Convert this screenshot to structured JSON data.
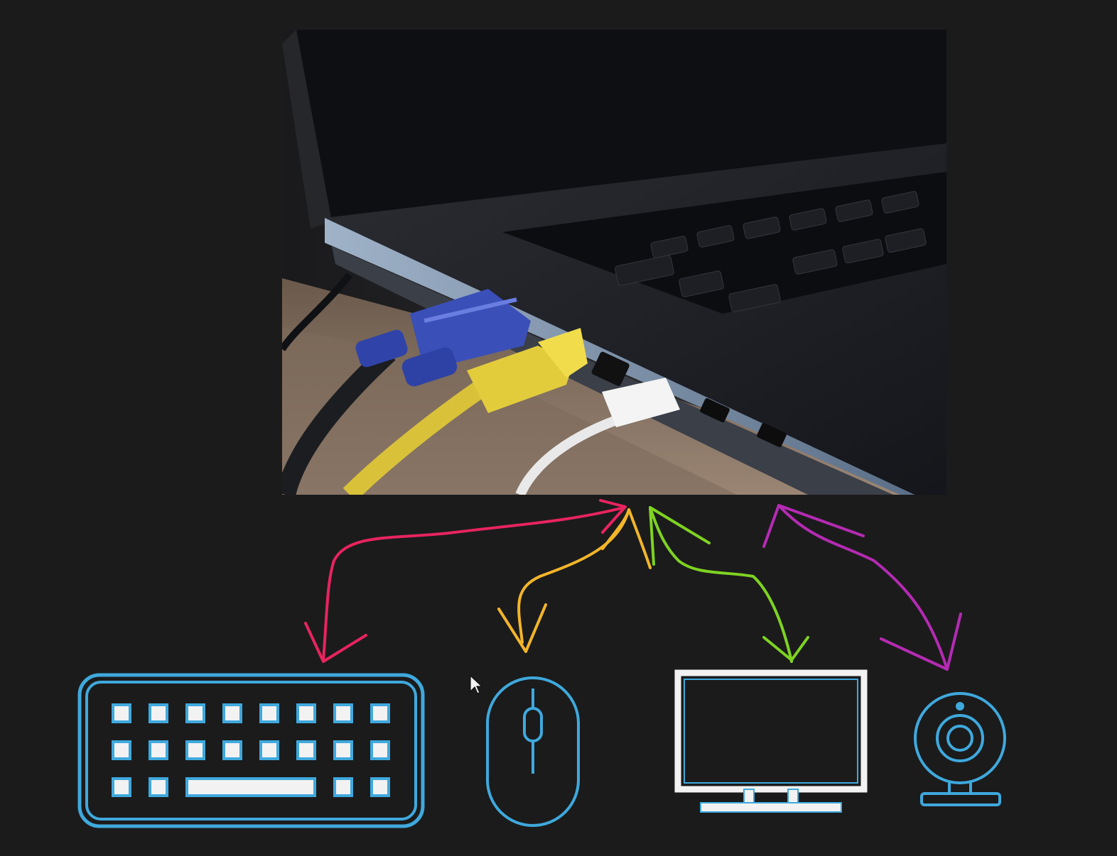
{
  "photo": {
    "subject": "laptop-with-connected-cables"
  },
  "devices": [
    {
      "name": "keyboard",
      "icon": "keyboard-icon"
    },
    {
      "name": "mouse",
      "icon": "mouse-icon"
    },
    {
      "name": "monitor",
      "icon": "monitor-icon"
    },
    {
      "name": "webcam",
      "icon": "webcam-icon"
    }
  ],
  "colors": {
    "background": "#1b1b1c",
    "icon_blue": "#3fa9dd",
    "icon_white": "#f2f2f2",
    "arrow_keyboard": "#e8245f",
    "arrow_mouse": "#f2b52a",
    "arrow_monitor": "#7ed321",
    "arrow_webcam": "#b52bb3"
  }
}
